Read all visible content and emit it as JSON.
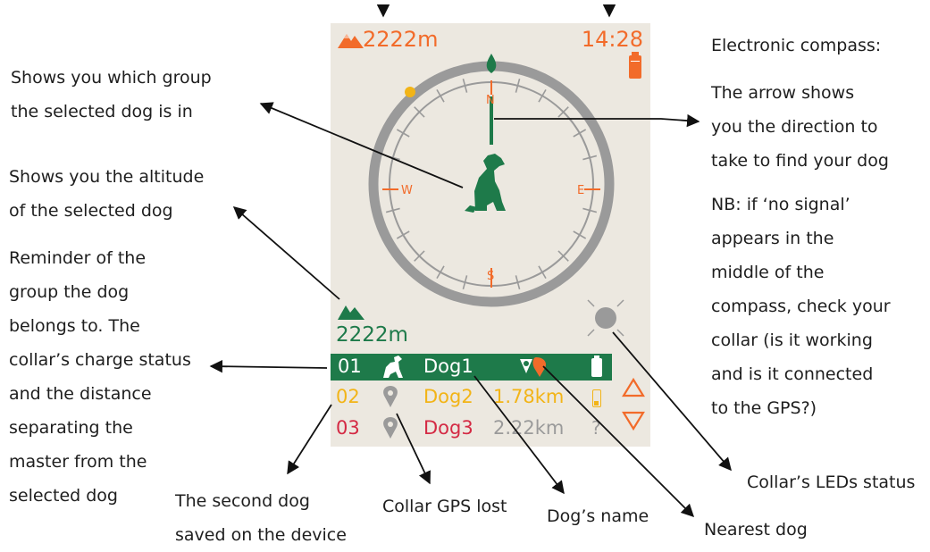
{
  "device": {
    "top_altitude": "2222m",
    "time": "14:28",
    "compass": {
      "north": "N",
      "east": "E",
      "south": "S",
      "west": "W"
    },
    "selected_altitude": "2222m",
    "dogs": [
      {
        "num": "01",
        "name": "Dog1",
        "distance": "",
        "battery": "full",
        "selected": true
      },
      {
        "num": "02",
        "name": "Dog2",
        "distance": "1.78km",
        "battery": "low",
        "selected": false
      },
      {
        "num": "03",
        "name": "Dog3",
        "distance": "2.22km",
        "battery": "unknown",
        "battery_text": "?",
        "selected": false
      }
    ],
    "colors": {
      "screen_bg": "#ece8e0",
      "green": "#1e7a4a",
      "orange": "#f26b2a",
      "yellow": "#f2b417",
      "red": "#d42a44",
      "grey": "#9a9a9a"
    }
  },
  "annotations": {
    "group": "Shows you which group\nthe selected dog is in",
    "altitude": "Shows you the altitude\nof the selected dog",
    "reminder": "Reminder of the\ngroup the dog\nbelongs to. The\ncollar’s charge status\nand the distance\nseparating the\nmaster from the\nselected dog",
    "compass_title": "Electronic compass:",
    "compass_arrow": "The arrow shows\nyou the direction to\ntake to find your dog",
    "no_signal": "NB: if ‘no signal’\nappears in the\nmiddle of the\ncompass, check your\ncollar (is it working\nand is it connected\nto the GPS?)",
    "leds": "Collar’s LEDs status",
    "second_dog": "The second dog\nsaved on the device",
    "gps_lost": "Collar GPS lost",
    "dog_name": "Dog’s name",
    "nearest": "Nearest dog"
  }
}
